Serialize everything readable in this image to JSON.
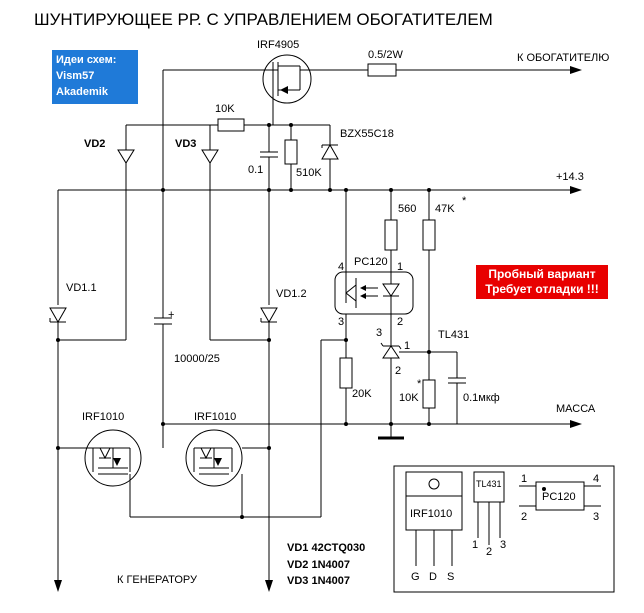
{
  "title": "ШУНТИРУЮЩЕЕ РР. С УПРАВЛЕНИЕМ ОБОГАТИТЕЛЕМ",
  "credits": [
    "Идеи схем:",
    "Vism57",
    "Akademik"
  ],
  "note": [
    "Пробный вариант",
    "Требует отладки !!!"
  ],
  "labels": {
    "irf4905": "IRF4905",
    "r_shunt": "0.5/2W",
    "to_enricher": "К ОБОГАТИТЕЛЮ",
    "r10k_top": "10K",
    "vd2": "VD2",
    "vd3": "VD3",
    "zener": "BZX55C18",
    "c01": "0.1",
    "r510k": "510K",
    "plus143": "+14.3",
    "r560": "560",
    "r47k": "47K",
    "r47k_star": "*",
    "pc120": "PC120",
    "pin4": "4",
    "pin1": "1",
    "pin3": "3",
    "pin2": "2",
    "vd11": "VD1.1",
    "vd12": "VD1.2",
    "plus": "+",
    "c10000": "10000/25",
    "tl431": "TL431",
    "tl_pin3": "3",
    "tl_pin1": "1",
    "tl_pin2": "2",
    "r20k": "20K",
    "r10k_adj": "10K",
    "r10k_star": "*",
    "c01mkf": "0.1мкф",
    "massa": "МАССА",
    "irf1010_a": "IRF1010",
    "irf1010_b": "IRF1010",
    "to_generator": "К ГЕНЕРАТОРУ",
    "vd1_part": "VD1 42CTQ030",
    "vd2_part": "VD2 1N4007",
    "vd3_part": "VD3 1N4007"
  },
  "pinout": {
    "irf1010": "IRF1010",
    "g": "G",
    "d": "D",
    "s": "S",
    "tl431": "TL431",
    "tl_1": "1",
    "tl_2": "2",
    "tl_3": "3",
    "pc120": "PC120",
    "pc_1": "1",
    "pc_2": "2",
    "pc_3": "3",
    "pc_4": "4"
  }
}
